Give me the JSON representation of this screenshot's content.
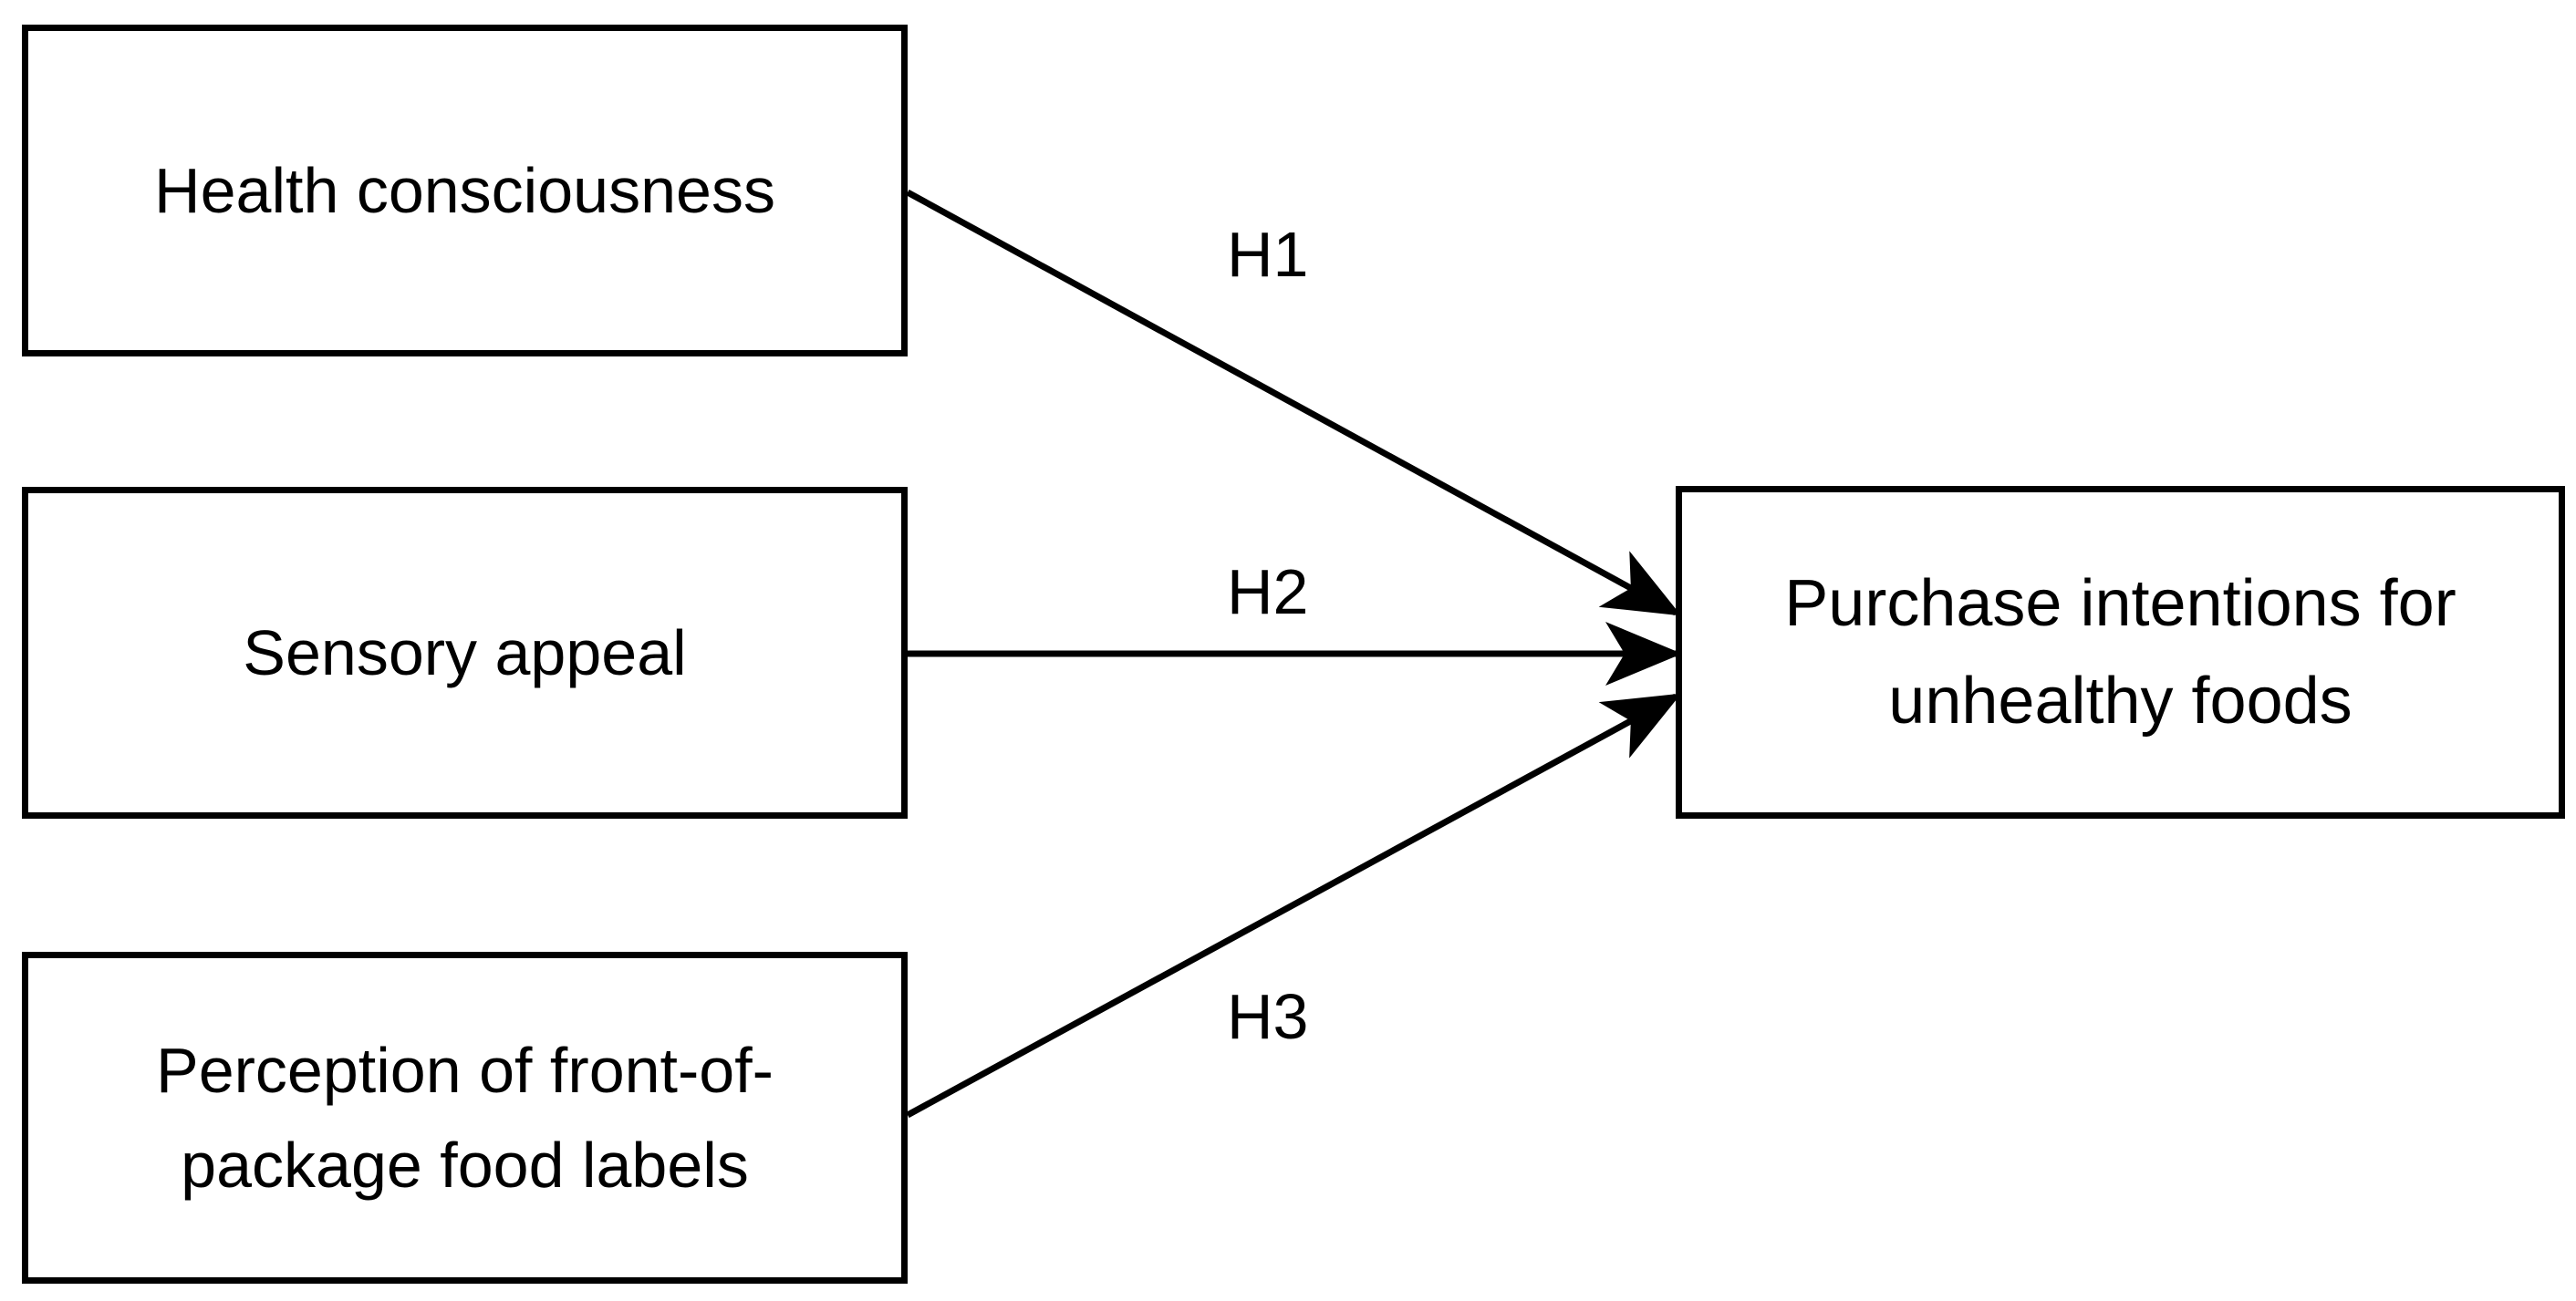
{
  "diagram": {
    "nodes": {
      "health_consciousness": "Health consciousness",
      "sensory_appeal": "Sensory appeal",
      "fop_labels": "Perception of front-of-\npackage food labels",
      "purchase_intentions": "Purchase intentions for\nunhealthy foods"
    },
    "edges": [
      {
        "from": "Health consciousness",
        "to": "Purchase intentions for unhealthy foods",
        "label": "H1"
      },
      {
        "from": "Sensory appeal",
        "to": "Purchase intentions for unhealthy foods",
        "label": "H2"
      },
      {
        "from": "Perception of front-of-package food labels",
        "to": "Purchase intentions for unhealthy foods",
        "label": "H3"
      }
    ]
  },
  "colors": {
    "stroke": "#000000",
    "background": "#ffffff"
  }
}
